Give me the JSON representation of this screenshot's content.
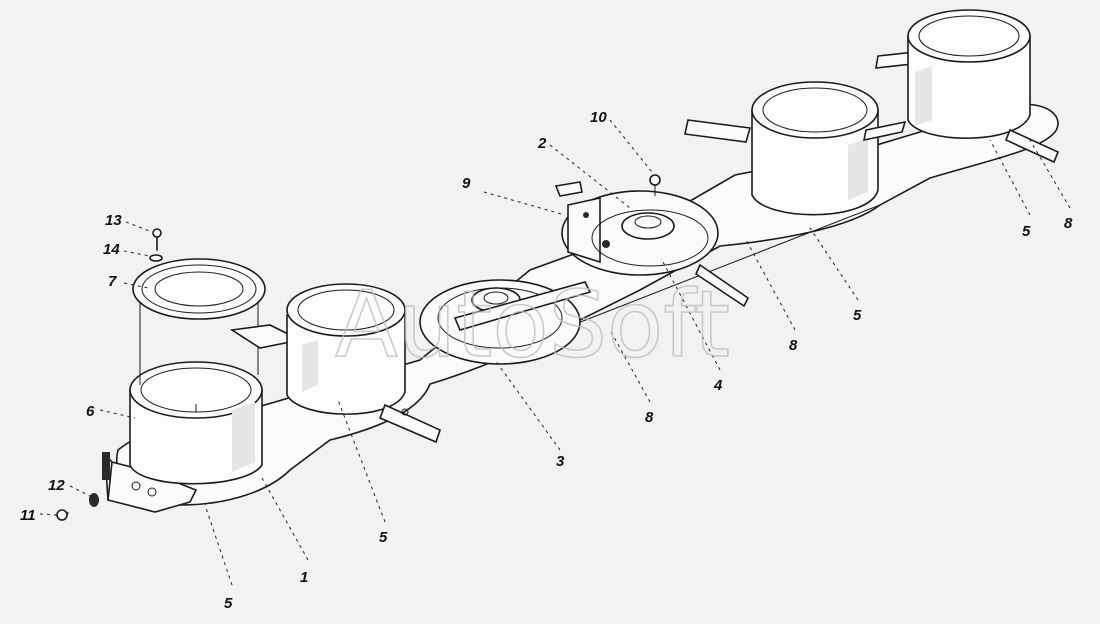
{
  "watermark": "AutoSoft",
  "callouts": {
    "c1": "1",
    "c2": "2",
    "c3": "3",
    "c4": "4",
    "c5a": "5",
    "c5b": "5",
    "c5c": "5",
    "c5d": "5",
    "c6": "6",
    "c7": "7",
    "c8a": "8",
    "c8b": "8",
    "c8c": "8",
    "c9": "9",
    "c10": "10",
    "c11": "11",
    "c12": "12",
    "c13": "13",
    "c14": "14"
  },
  "colors": {
    "ink": "#1b1b1b",
    "paper": "#f2f2f2",
    "watermark": "#bfbfbf"
  }
}
